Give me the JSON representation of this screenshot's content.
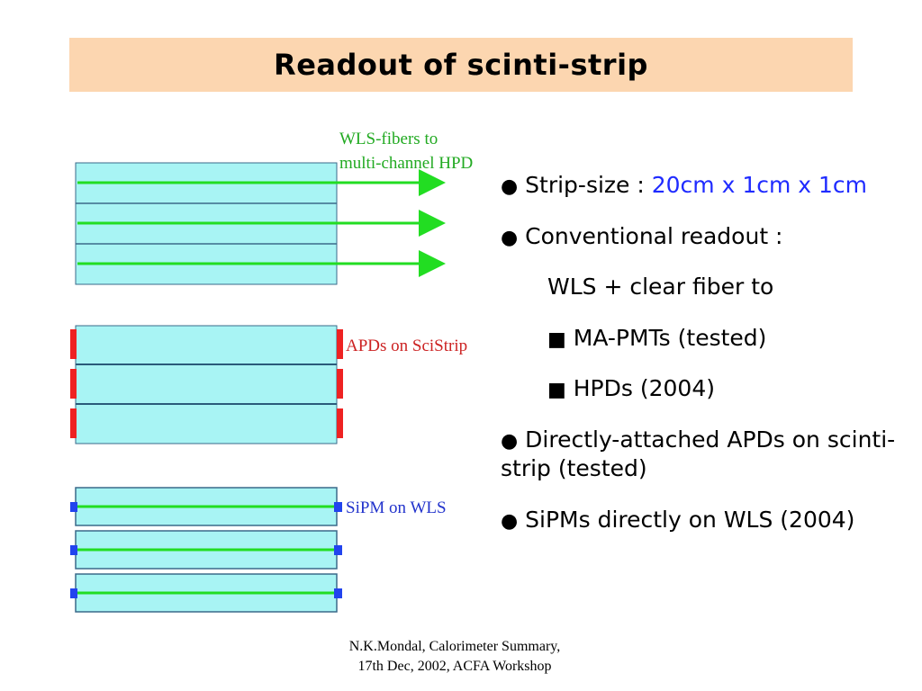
{
  "title": "Readout of scinti-strip",
  "diagram": {
    "label_wls_line1": "WLS-fibers to",
    "label_wls_line2": "multi-channel HPD",
    "label_apd": "APDs on SciStrip",
    "label_sipm": "SiPM on WLS",
    "colors": {
      "strip_fill": "#a8f4f4",
      "fiber_green": "#22dd22",
      "apd_red": "#ee2222",
      "sipm_blue": "#2244ee"
    }
  },
  "bullets": {
    "b1_prefix": "Strip-size : ",
    "b1_value": "20cm x 1cm x 1cm",
    "b2": "Conventional readout :",
    "b2_sub": "WLS + clear fiber to",
    "b2_sub_1": "MA-PMTs (tested)",
    "b2_sub_2": "HPDs (2004)",
    "b3": "Directly-attached APDs on scinti-strip (tested)",
    "b4": "SiPMs directly on WLS (2004)",
    "dot_glyph": "●",
    "square_glyph": "■"
  },
  "footer": {
    "line1": "N.K.Mondal, Calorimeter Summary,",
    "line2": "17th Dec, 2002, ACFA Workshop"
  }
}
